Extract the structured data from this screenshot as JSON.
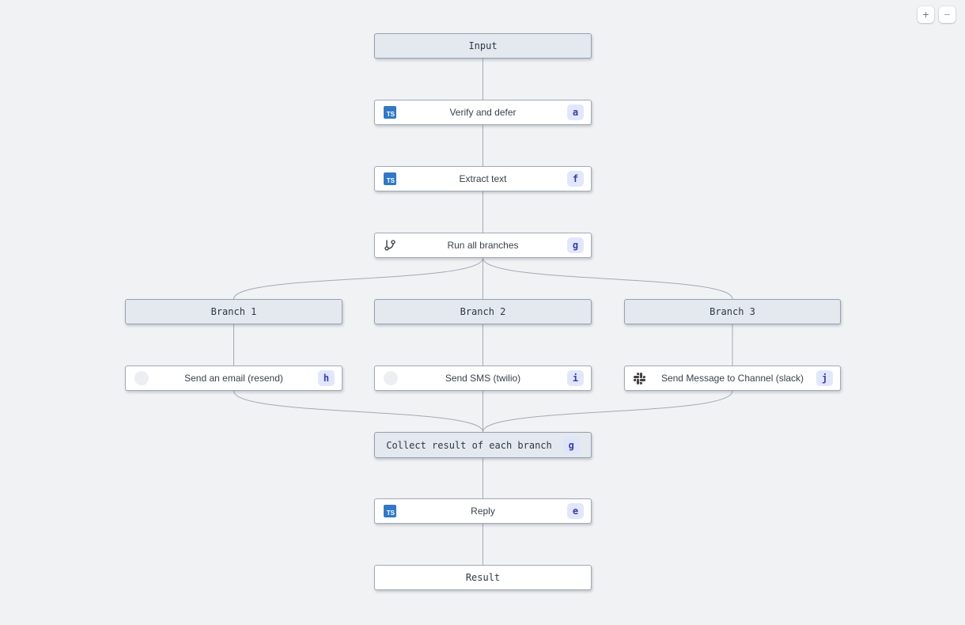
{
  "controls": {
    "zoom_in": "+",
    "zoom_out": "−"
  },
  "icons": {
    "typescript_text": "TS"
  },
  "colors": {
    "canvas_background": "#f1f2f4",
    "header_node_fill": "#e3e9ef",
    "node_border": "#9aa6b2",
    "task_node_fill": "#ffffff",
    "edge_stroke": "#a3aab3",
    "badge_background": "#e1e7fd",
    "badge_text": "#3b3aa8",
    "typescript_blue": "#3178c6",
    "slack_gray": "#454245"
  },
  "flow": {
    "nodes": [
      {
        "id": "input",
        "kind": "group-header",
        "label": "Input"
      },
      {
        "id": "verify-and-defer",
        "kind": "task",
        "icon": "typescript-icon",
        "label": "Verify and defer",
        "badge": "a"
      },
      {
        "id": "extract-text",
        "kind": "task",
        "icon": "typescript-icon",
        "label": "Extract text",
        "badge": "f"
      },
      {
        "id": "run-all-branches",
        "kind": "task",
        "icon": "git-branch-icon",
        "label": "Run all branches",
        "badge": "g"
      },
      {
        "id": "branch-1",
        "kind": "group-header",
        "label": "Branch 1"
      },
      {
        "id": "branch-2",
        "kind": "group-header",
        "label": "Branch 2"
      },
      {
        "id": "branch-3",
        "kind": "group-header",
        "label": "Branch 3"
      },
      {
        "id": "send-email",
        "kind": "task",
        "icon": "resend-icon",
        "label": "Send an email (resend)",
        "badge": "h"
      },
      {
        "id": "send-sms",
        "kind": "task",
        "icon": "twilio-icon",
        "label": "Send SMS (twilio)",
        "badge": "i"
      },
      {
        "id": "send-slack",
        "kind": "task",
        "icon": "slack-icon",
        "label": "Send Message to Channel (slack)",
        "badge": "j"
      },
      {
        "id": "collect-results",
        "kind": "group-header",
        "label": "Collect result of each branch",
        "badge": "g"
      },
      {
        "id": "reply",
        "kind": "task",
        "icon": "typescript-icon",
        "label": "Reply",
        "badge": "e"
      },
      {
        "id": "result",
        "kind": "output",
        "label": "Result"
      }
    ]
  }
}
